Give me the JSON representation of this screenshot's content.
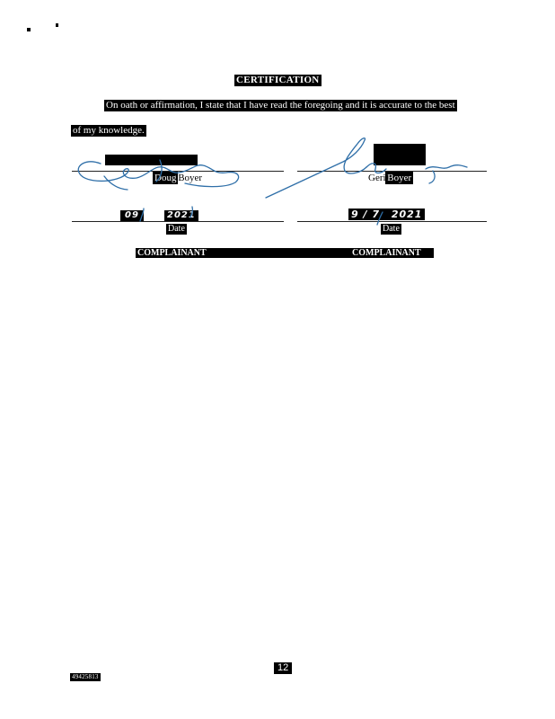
{
  "page": {
    "title": "CERTIFICATION",
    "statement_line1": "On oath or affirmation, I state that I have read the foregoing and it is accurate to the best",
    "statement_line2": "of my knowledge.",
    "page_number": "12",
    "doc_id": "49425813",
    "ink_color": "#2f6fa8"
  },
  "signers": [
    {
      "name_part1": "Doug",
      "name_part2": "Boyer",
      "date_part1": "09",
      "date_part2": "2021",
      "date_label": "Date",
      "role": "COMPLAINANT"
    },
    {
      "name_part1": "Geri",
      "name_part2": "Boyer",
      "date_part1": "9 / 7",
      "date_part2": "2021",
      "date_label": "Date",
      "role": "COMPLAINANT"
    }
  ]
}
